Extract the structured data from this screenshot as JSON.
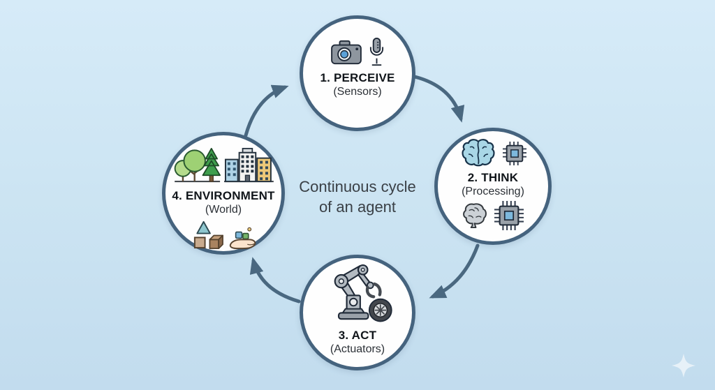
{
  "caption": {
    "line1": "Continuous cycle",
    "line2": "of an agent"
  },
  "nodes": [
    {
      "id": "perceive",
      "title": "1. PERCEIVE",
      "subtitle": "(Sensors)",
      "icons": [
        "camera-icon",
        "microphone-icon"
      ]
    },
    {
      "id": "think",
      "title": "2. THINK",
      "subtitle": "(Processing)",
      "icons": [
        "brain-icon",
        "chip-icon",
        "side-brain-icon",
        "chip-icon"
      ]
    },
    {
      "id": "act",
      "title": "3. ACT",
      "subtitle": "(Actuators)",
      "icons": [
        "robot-arm-icon",
        "wheel-icon"
      ]
    },
    {
      "id": "environment",
      "title": "4. ENVIRONMENT",
      "subtitle": "(World)",
      "icons": [
        "trees-icon",
        "buildings-icon",
        "triangle-icon",
        "cube-icons",
        "hand-icon"
      ]
    }
  ],
  "cycle_edges": [
    "environment->perceive",
    "perceive->think",
    "think->act",
    "act->environment"
  ],
  "colors": {
    "background": "#cde5f3",
    "circle_fill": "#fefefe",
    "circle_border": "#45637e",
    "arrow": "#4a6880",
    "title_text": "#10151a",
    "caption_text": "#3a4046",
    "brain_blue": "#a9d7e6",
    "chip_blue": "#7db8dc",
    "tree_green": "#9ed174",
    "pine_green": "#3f9e4d",
    "building_yellow": "#ecc878",
    "building_blue": "#aed3e6"
  },
  "watermark": "sparkle-icon"
}
